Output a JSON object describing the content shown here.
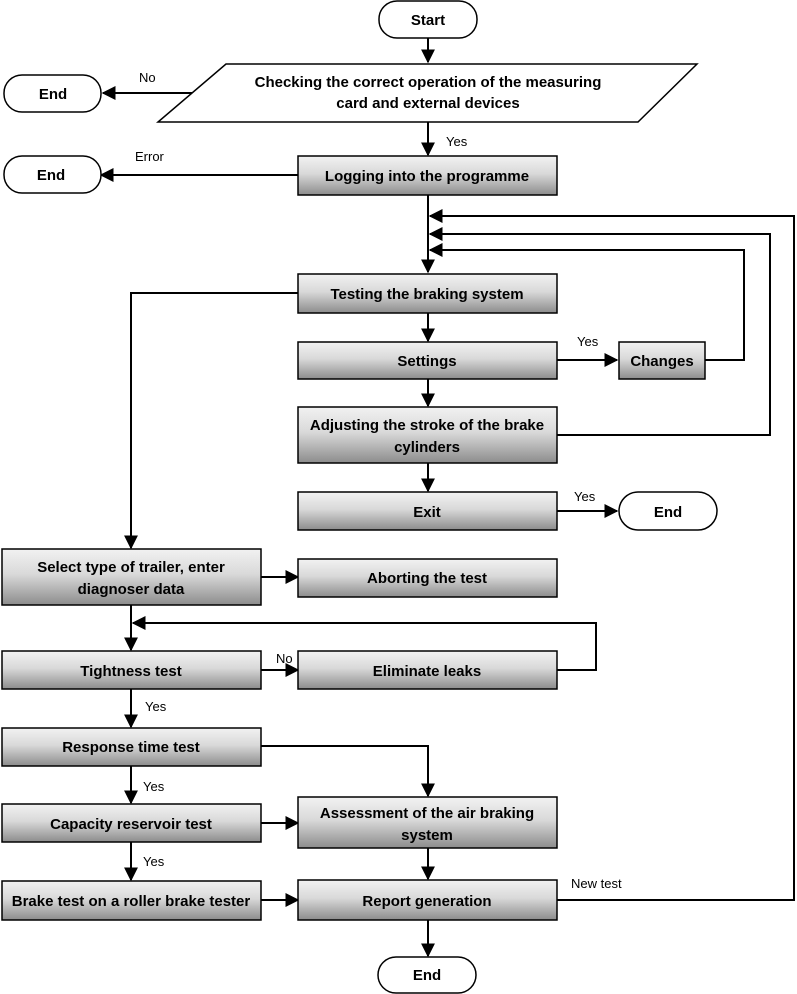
{
  "nodes": {
    "start": "Start",
    "check_line1": "Checking the correct operation of the measuring",
    "check_line2": "card and external devices",
    "end_no": "End",
    "end_error": "End",
    "login": "Logging into the programme",
    "testing": "Testing the braking system",
    "settings": "Settings",
    "changes": "Changes",
    "adjust_line1": "Adjusting the stroke of the brake",
    "adjust_line2": "cylinders",
    "exit": "Exit",
    "end_exit": "End",
    "select_line1": "Select type of trailer, enter",
    "select_line2": "diagnoser data",
    "abort": "Aborting the test",
    "tightness": "Tightness test",
    "eliminate": "Eliminate leaks",
    "response": "Response time test",
    "assess_line1": "Assessment of the air braking",
    "assess_line2": "system",
    "capacity": "Capacity reservoir test",
    "brake_roller": "Brake test on a roller brake tester",
    "report": "Report generation",
    "end_final": "End"
  },
  "edge_labels": {
    "no_check": "No",
    "yes_check": "Yes",
    "error_login": "Error",
    "yes_settings": "Yes",
    "yes_exit": "Yes",
    "no_tightness": "No",
    "yes_tightness": "Yes",
    "yes_response": "Yes",
    "yes_capacity": "Yes",
    "new_test": "New test"
  },
  "colors": {
    "box_gradient_top": "#f2f2f2",
    "box_gradient_mid": "#d6d6d6",
    "box_gradient_bottom": "#8c8c8c",
    "terminal_fill": "#ffffff",
    "line": "#000000"
  }
}
